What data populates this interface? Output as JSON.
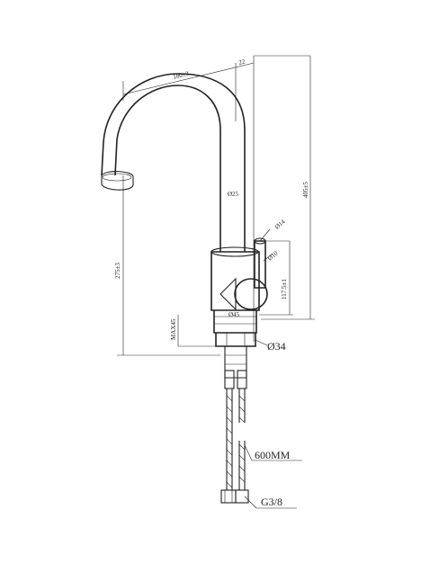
{
  "dimensions": {
    "spout_reach": "180±3",
    "top_offset": "22",
    "total_height": "405±5",
    "spout_height": "275±3",
    "spout_diameter": "Ø25",
    "lever_diameter": "Ø14",
    "knob_diameter": "Ø10",
    "body_height": "117.5±1",
    "body_diameter": "Ø45",
    "max_thickness": "MAX45",
    "shank_diameter": "Ø34",
    "hose_length": "600MM",
    "thread_size": "G3/8"
  }
}
